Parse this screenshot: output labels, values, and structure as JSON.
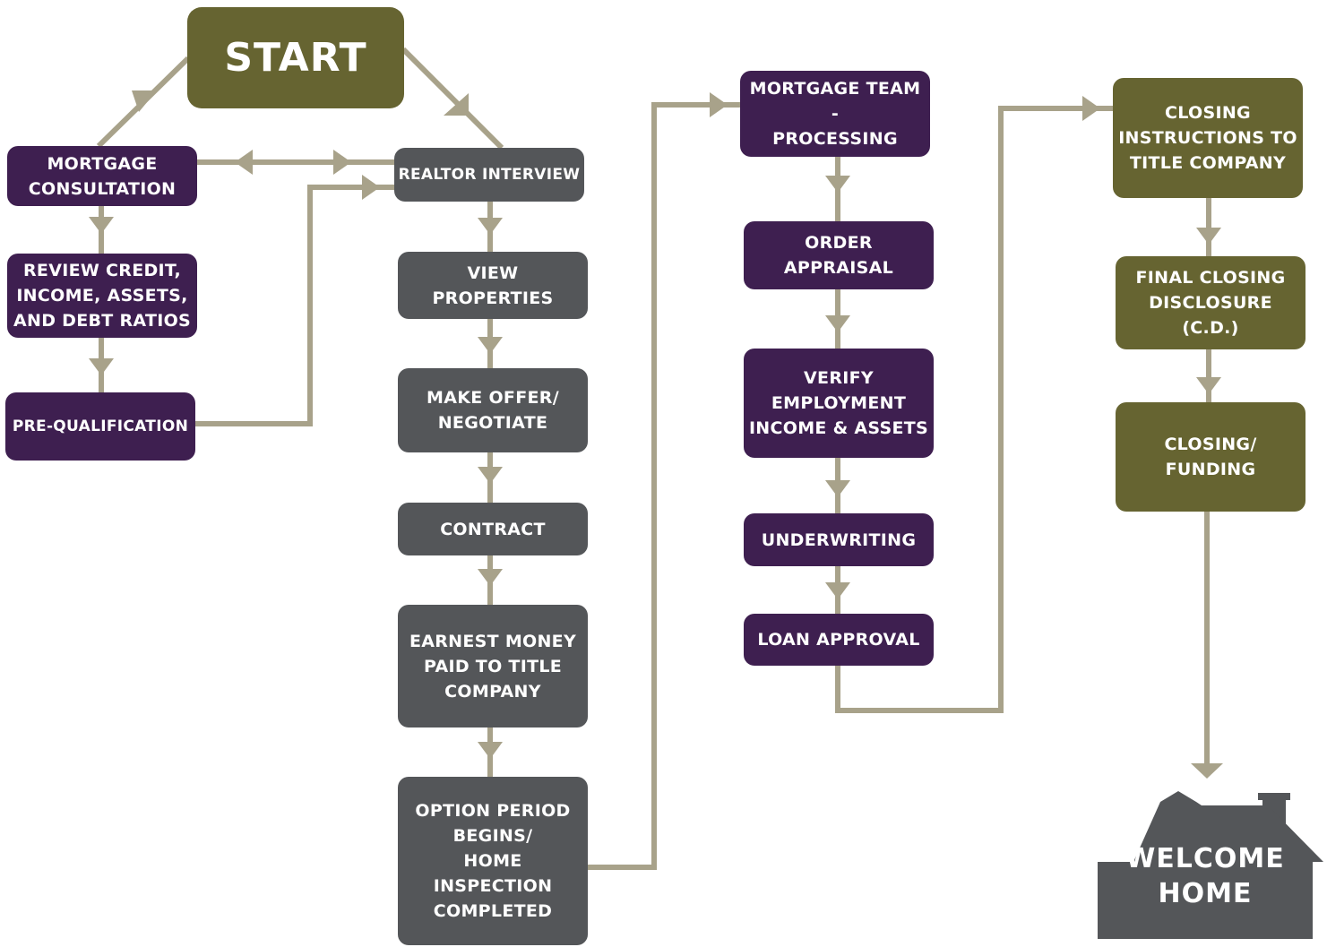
{
  "colors": {
    "connector": "#a8a28a",
    "mortgage": "#3e1f50",
    "realtor": "#545659",
    "closing": "#666431"
  },
  "nodes": {
    "start": "START",
    "mortgage_consultation": "MORTGAGE\nCONSULTATION",
    "review_credit": "REVIEW CREDIT,\nINCOME, ASSETS,\nAND DEBT RATIOS",
    "pre_qualification": "PRE-QUALIFICATION",
    "realtor_interview": "REALTOR INTERVIEW",
    "view_properties": "VIEW\nPROPERTIES",
    "make_offer": "MAKE OFFER/\nNEGOTIATE",
    "contract": "CONTRACT",
    "earnest_money": "EARNEST MONEY\nPAID TO TITLE\nCOMPANY",
    "option_period": "OPTION PERIOD\nBEGINS/\nHOME INSPECTION\nCOMPLETED",
    "mortgage_team": "MORTGAGE TEAM -\nPROCESSING",
    "order_appraisal": "ORDER APPRAISAL",
    "verify_employment": "VERIFY\nEMPLOYMENT\nINCOME & ASSETS",
    "underwriting": "UNDERWRITING",
    "loan_approval": "LOAN APPROVAL",
    "closing_instructions": "CLOSING\nINSTRUCTIONS TO\nTITLE COMPANY",
    "final_closing_disclosure": "FINAL CLOSING\nDISCLOSURE (C.D.)",
    "closing_funding": "CLOSING/\nFUNDING",
    "welcome_home": "WELCOME\nHOME"
  }
}
